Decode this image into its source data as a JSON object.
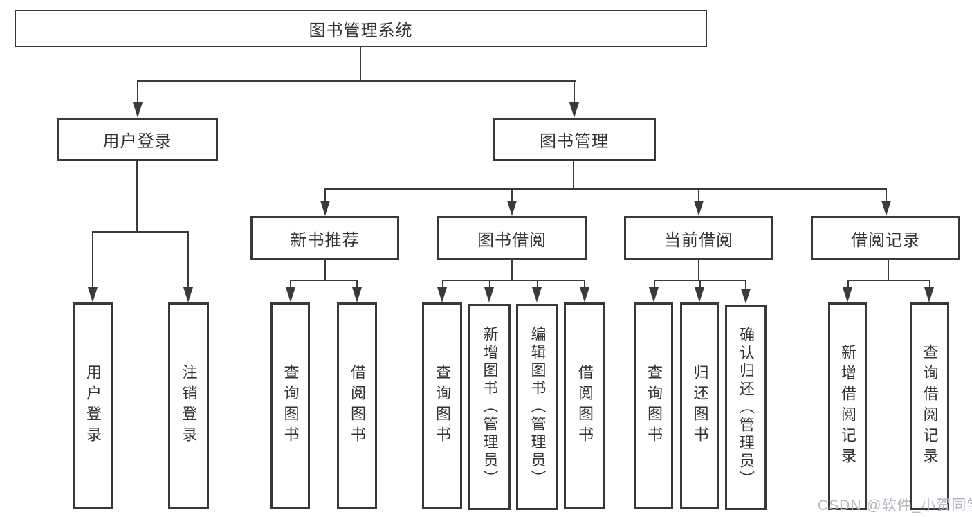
{
  "diagram_title": "图书管理系统",
  "nodes": {
    "root": "图书管理系统",
    "user_login": "用户登录",
    "book_mgmt": "图书管理",
    "new_book_rec": "新书推荐",
    "book_borrow": "图书借阅",
    "current_borrow": "当前借阅",
    "borrow_records": "借阅记录",
    "leaf_user_login": "用户登录",
    "leaf_logout": "注销登录",
    "leaf_search_book_1": "查询图书",
    "leaf_borrow_book_1": "借阅图书",
    "leaf_search_book_2": "查询图书",
    "leaf_add_book": "新增图书（管理员）",
    "leaf_edit_book": "编辑图书（管理员）",
    "leaf_borrow_book_2": "借阅图书",
    "leaf_search_book_3": "查询图书",
    "leaf_return_book": "归还图书",
    "leaf_confirm_return": "确认归还（管理员）",
    "leaf_add_record": "新增借阅记录",
    "leaf_search_record": "查询借阅记录"
  },
  "tree": {
    "图书管理系统": {
      "用户登录": [
        "用户登录",
        "注销登录"
      ],
      "图书管理": {
        "新书推荐": [
          "查询图书",
          "借阅图书"
        ],
        "图书借阅": [
          "查询图书",
          "新增图书（管理员）",
          "编辑图书（管理员）",
          "借阅图书"
        ],
        "当前借阅": [
          "查询图书",
          "归还图书",
          "确认归还（管理员）"
        ],
        "借阅记录": [
          "新增借阅记录",
          "查询借阅记录"
        ]
      }
    }
  },
  "watermark": "CSDN @软件_小贺同学",
  "colors": {
    "line": "#3a3a3a",
    "text": "#333333",
    "background": "#ffffff",
    "watermark": "#b3b8be"
  }
}
